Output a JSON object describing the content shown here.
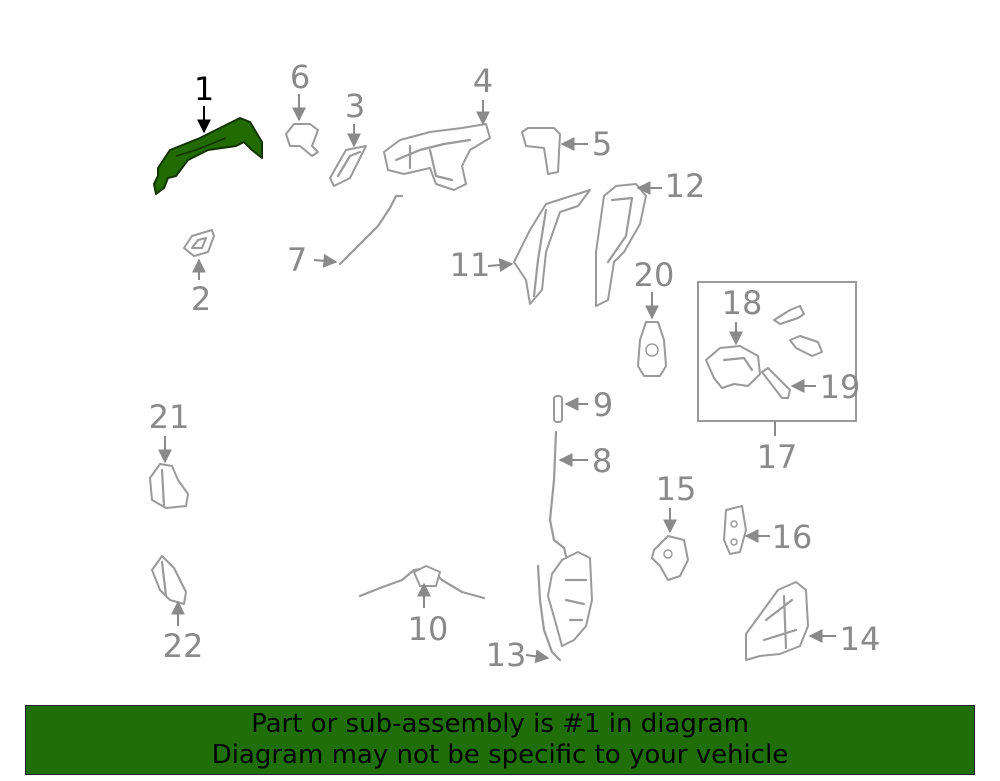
{
  "colors": {
    "highlight": "#226b00",
    "parts": "#9a9a9a",
    "banner_bg": "#1f6e08"
  },
  "callouts": [
    "1",
    "2",
    "3",
    "4",
    "5",
    "6",
    "7",
    "8",
    "9",
    "10",
    "11",
    "12",
    "13",
    "14",
    "15",
    "16",
    "17",
    "18",
    "19",
    "20",
    "21",
    "22"
  ],
  "highlighted_part": "1",
  "banner": {
    "line1": "Part or sub-assembly is #1 in diagram",
    "line2": "Diagram may not be specific to your vehicle"
  }
}
